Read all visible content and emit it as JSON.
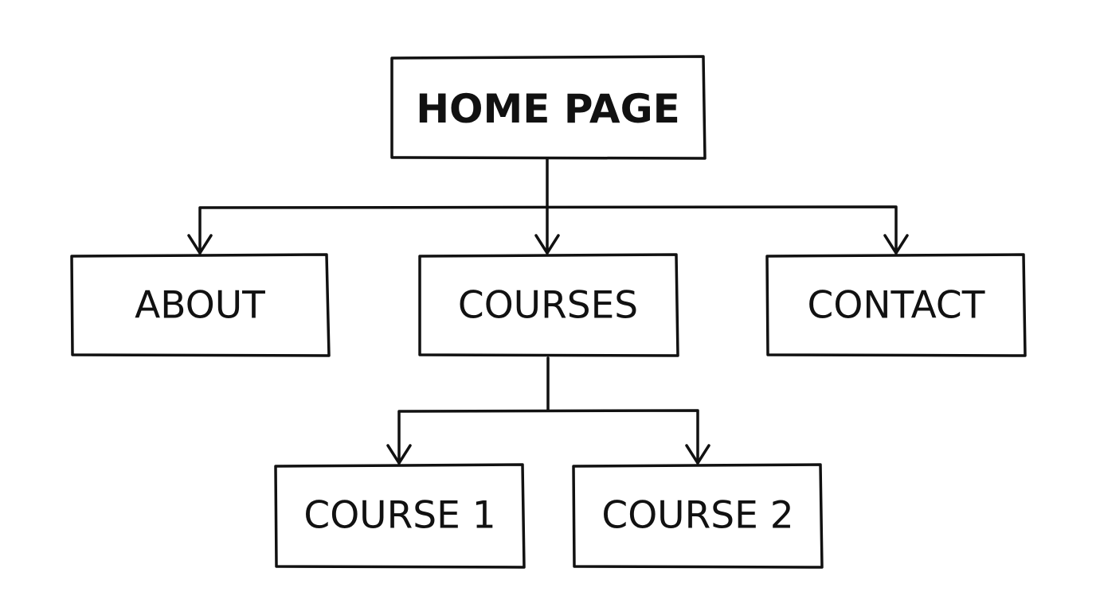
{
  "diagram": {
    "type": "sitemap-tree",
    "colors": {
      "stroke": "#111111",
      "background": "#ffffff",
      "text": "#111111"
    },
    "nodes": [
      {
        "id": "home",
        "label": "HOME PAGE",
        "bold": true,
        "parent": null
      },
      {
        "id": "about",
        "label": "ABOUT",
        "bold": false,
        "parent": "home"
      },
      {
        "id": "courses",
        "label": "COURSES",
        "bold": false,
        "parent": "home"
      },
      {
        "id": "contact",
        "label": "CONTACT",
        "bold": false,
        "parent": "home"
      },
      {
        "id": "course1",
        "label": "COURSE 1",
        "bold": false,
        "parent": "courses"
      },
      {
        "id": "course2",
        "label": "COURSE 2",
        "bold": false,
        "parent": "courses"
      }
    ]
  }
}
